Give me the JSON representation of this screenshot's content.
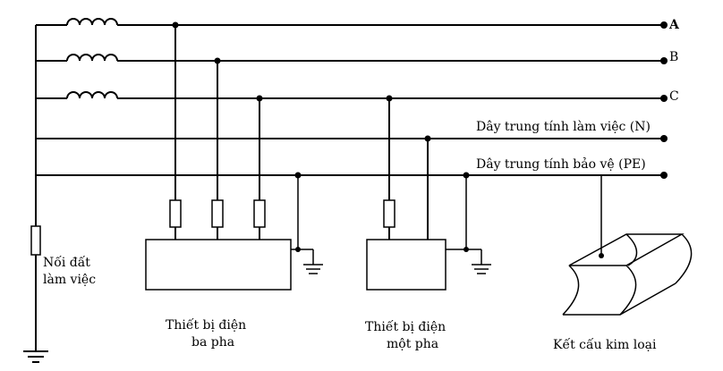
{
  "lines": {
    "phase_a": "A",
    "phase_b": "B",
    "phase_c": "C",
    "neutral": "Dây trung tính làm việc (N)",
    "pe": "Dây trung tính bảo vệ (PE)"
  },
  "labels": {
    "grounding_line1": "Nối đất",
    "grounding_line2": "làm việc",
    "three_phase_line1": "Thiết bị điện",
    "three_phase_line2": "ba pha",
    "single_phase_line1": "Thiết bị điện",
    "single_phase_line2": "một pha",
    "metal_structure": "Kết cấu kim loại"
  }
}
